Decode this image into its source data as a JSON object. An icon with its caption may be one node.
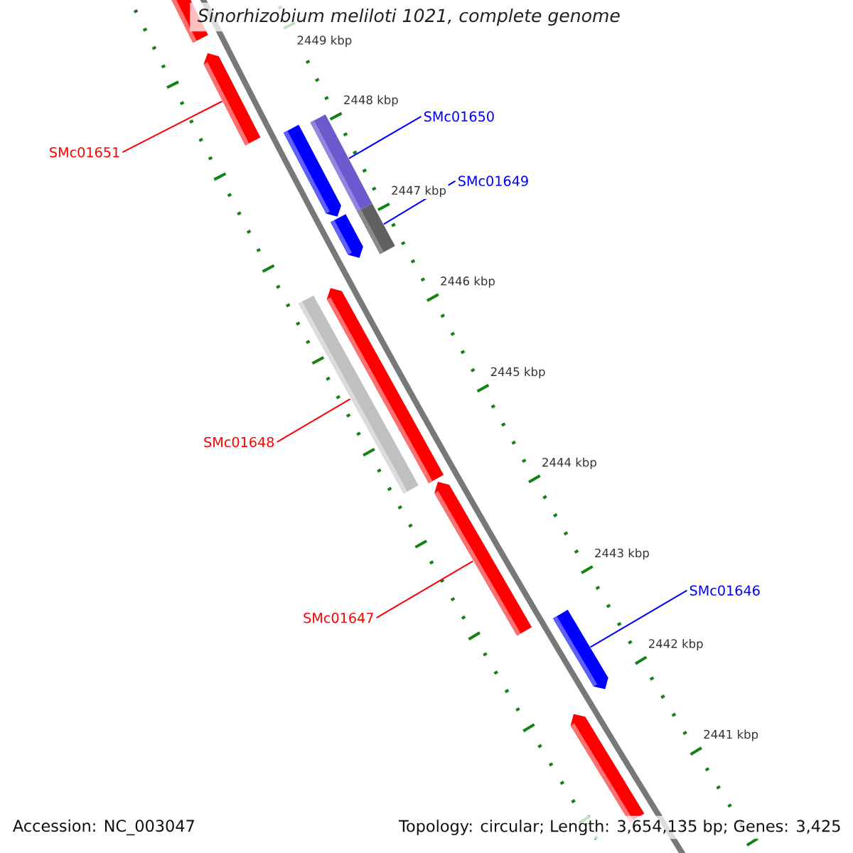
{
  "diagram": {
    "title": "Sinorhizobium meliloti 1021, complete genome",
    "nodes": [
      {
        "text": [],
        "shape": "box"
      },
      {
        "text": [
          "SMc01651"
        ]
      },
      {
        "text": [],
        "shape": "box"
      },
      {
        "text": [
          "SMc01650"
        ]
      },
      {
        "text": [],
        "shape": "box"
      },
      {
        "text": [],
        "shape": "box"
      },
      {
        "text": [
          "SMc01649"
        ]
      },
      {
        "text": [],
        "shape": "box"
      },
      {
        "text": [],
        "shape": "box"
      },
      {
        "text": [],
        "shape": "box"
      },
      {
        "text": [],
        "shape": "box"
      },
      {
        "text": [
          "SMc01648"
        ]
      },
      {
        "text": [],
        "shape": "box"
      },
      {
        "text": [
          "SMc01647"
        ]
      },
      {
        "text": [
          "SMc01646"
        ]
      },
      {
        "text": [],
        "shape": "box"
      },
      {
        "text": [],
        "shape": "box"
      }
    ],
    "edges": [
      {
        "from": 1,
        "to": 2,
        "arrow": "none"
      },
      {
        "from": 3,
        "to": 4,
        "arrow": "none",
        "color": "#0000ff"
      },
      {
        "from": 6,
        "to": 7,
        "arrow": "none",
        "color": "#0000ff"
      },
      {
        "from": 11,
        "to": 9,
        "arrow": "none"
      },
      {
        "from": 13,
        "to": 12,
        "arrow": "none"
      },
      {
        "from": 14,
        "to": 15,
        "arrow": "none",
        "color": "#0000ff"
      }
    ],
    "labels": [
      "2449 kbp",
      "2448 kbp",
      "2447 kbp",
      "2446 kbp",
      "2445 kbp",
      "2444 kbp",
      "2443 kbp",
      "2442 kbp",
      "2441 kbp",
      "Accession: NC_003047",
      "Topology: circular; Length: 3,654,135 bp; Genes: 3,425"
    ]
  }
}
